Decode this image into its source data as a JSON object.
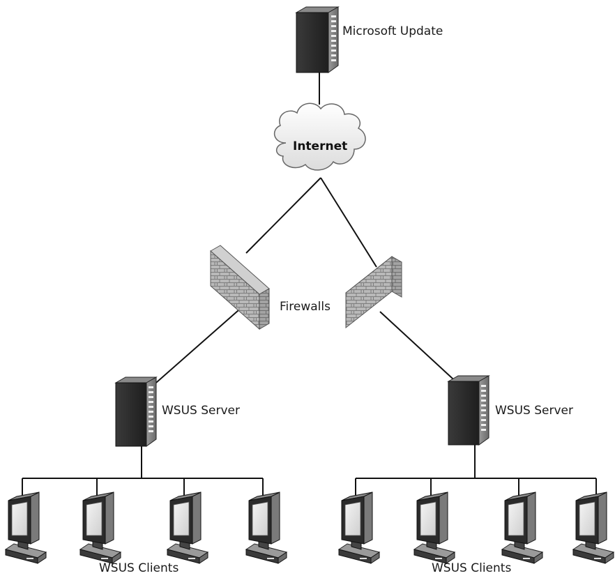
{
  "labels": {
    "microsoft_update": "Microsoft Update",
    "internet": "Internet",
    "firewalls": "Firewalls",
    "wsus_server_left": "WSUS Server",
    "wsus_server_right": "WSUS Server",
    "wsus_clients_left": "WSUS Clients",
    "wsus_clients_right": "WSUS Clients"
  },
  "icons": {
    "server": "server-tower-icon",
    "cloud": "cloud-icon",
    "firewall": "brick-wall-icon",
    "client": "desktop-computer-icon"
  }
}
